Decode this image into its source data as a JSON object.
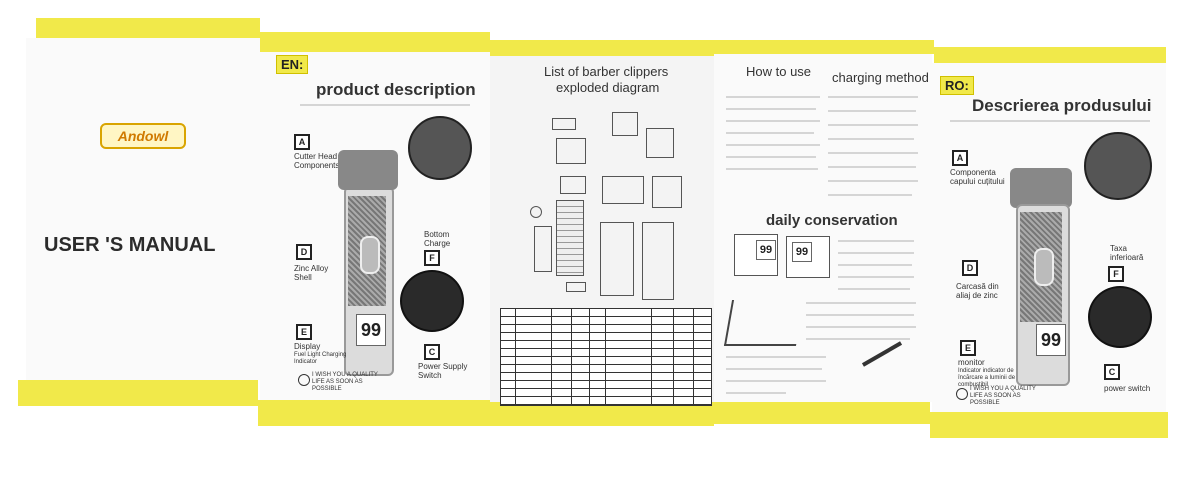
{
  "cover": {
    "brand": "Andowl",
    "title": "USER 'S MANUAL"
  },
  "en_panel": {
    "lang_tag": "EN:",
    "heading": "product description",
    "labels": {
      "cutter_badge": "A",
      "cutter_text": "Cutter Head Components",
      "shell_badge": "D",
      "shell_text": "Zinc Alloy Shell",
      "charge_badge": "F",
      "charge_text": "Bottom Charge",
      "display_badge": "E",
      "display_text": "Display",
      "display_sub": "Fuel Light Charging Indicator",
      "switch_badge": "C",
      "switch_text": "Power Supply Switch",
      "wish": "I WISH YOU A QUALITY LIFE AS SOON AS POSSIBLE"
    },
    "screen_value": "99"
  },
  "diagram_panel": {
    "heading_line1": "List of barber clippers",
    "heading_line2": "exploded diagram"
  },
  "howto_panel": {
    "heading_howto": "How to use",
    "heading_charging": "charging method",
    "heading_daily": "daily  conservation",
    "screen_a": "99",
    "screen_b": "99"
  },
  "ro_panel": {
    "lang_tag": "RO:",
    "heading": "Descrierea produsului",
    "labels": {
      "cutter_badge": "A",
      "cutter_text": "Componenta capului cuțitului",
      "shell_badge": "D",
      "shell_text": "Carcasă din aliaj de zinc",
      "charge_badge": "F",
      "charge_text": "Taxa inferioară",
      "display_badge": "E",
      "display_text": "monitor",
      "display_sub": "Indicator indicator de încărcare a luminii de combustibil",
      "switch_badge": "C",
      "switch_text": "power switch",
      "wish": "I WISH YOU A QUALITY LIFE AS SOON AS POSSIBLE"
    },
    "screen_value": "99"
  },
  "colors": {
    "accent_yellow": "#f1e94a",
    "paper": "#fafafa",
    "brand_orange": "#d07a00"
  }
}
